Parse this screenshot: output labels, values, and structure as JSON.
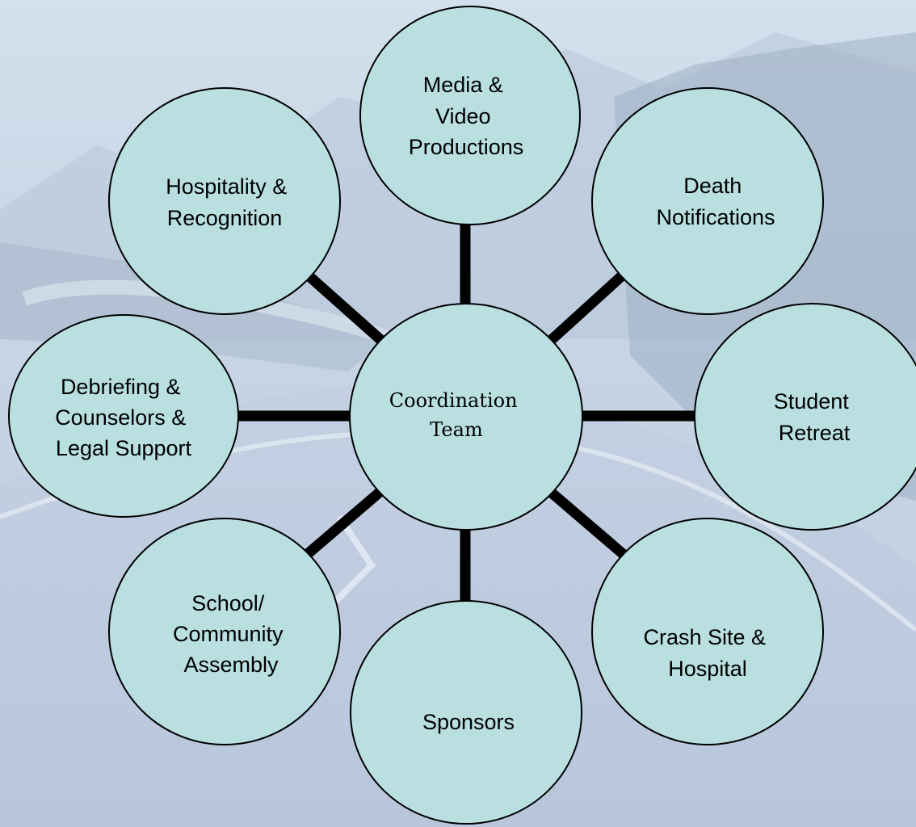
{
  "diagram": {
    "center": {
      "label_lines": [
        "Coordination",
        "Team"
      ]
    },
    "nodes": [
      {
        "id": "media",
        "label_lines": [
          "Media &",
          "Video",
          "Productions"
        ]
      },
      {
        "id": "death",
        "label_lines": [
          "Death",
          "Notifications"
        ]
      },
      {
        "id": "retreat",
        "label_lines": [
          "Student",
          "Retreat"
        ]
      },
      {
        "id": "crash",
        "label_lines": [
          "Crash Site &",
          "Hospital"
        ]
      },
      {
        "id": "sponsors",
        "label_lines": [
          "Sponsors"
        ]
      },
      {
        "id": "assembly",
        "label_lines": [
          "School/",
          "Community",
          "Assembly"
        ]
      },
      {
        "id": "debrief",
        "label_lines": [
          "Debriefing &",
          "Counselors &",
          "Legal Support"
        ]
      },
      {
        "id": "hospitality",
        "label_lines": [
          "Hospitality &",
          "Recognition"
        ]
      }
    ]
  },
  "colors": {
    "node_fill": "#b9dfe1",
    "node_stroke": "#000000",
    "connector": "#000000"
  }
}
